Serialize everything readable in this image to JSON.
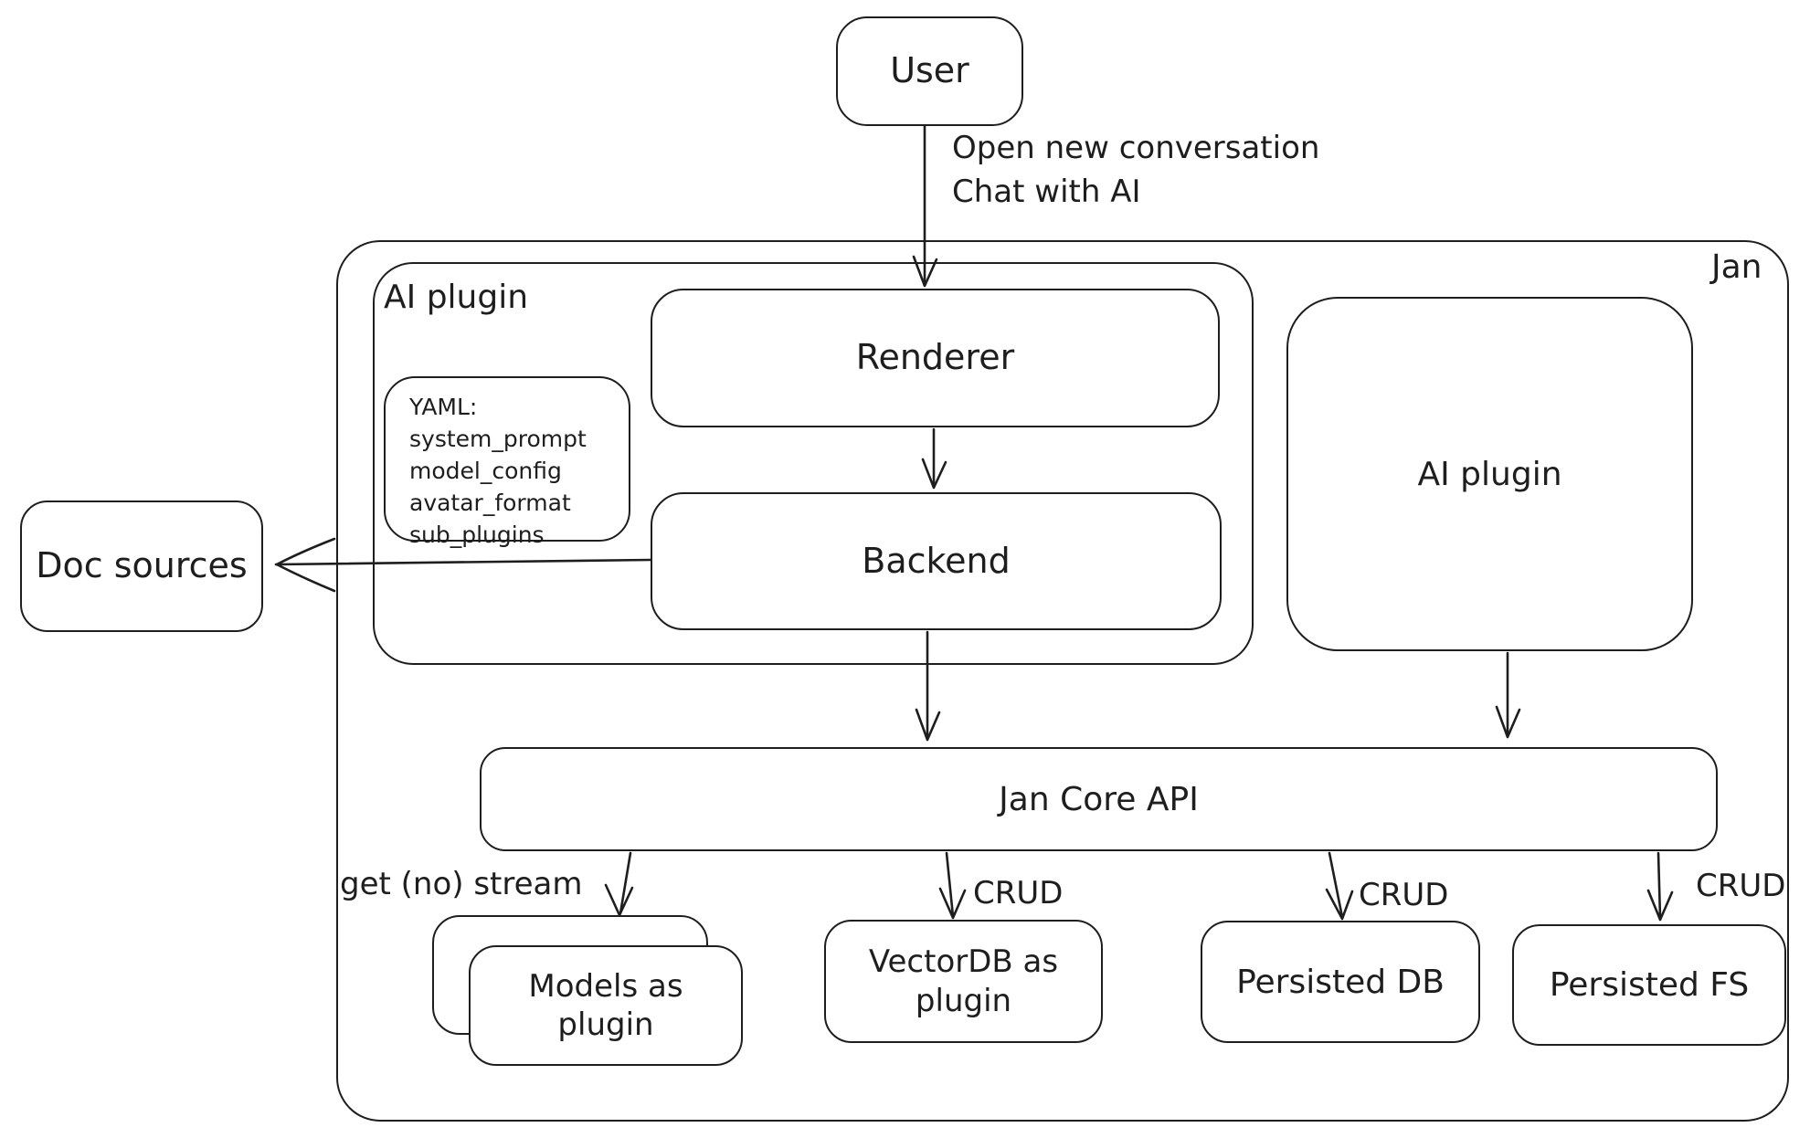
{
  "diagram": {
    "outer_container": {
      "label": "Jan"
    },
    "plugin_container": {
      "label": "AI plugin"
    },
    "nodes": {
      "user": "User",
      "renderer": "Renderer",
      "backend": "Backend",
      "ai_plugin_right": "AI plugin",
      "doc_sources": "Doc sources",
      "jan_core_api": "Jan Core API",
      "models_as_plugin": "Models as plugin",
      "vectordb_as_plugin": "VectorDB as plugin",
      "persisted_db": "Persisted DB",
      "persisted_fs": "Persisted FS"
    },
    "yaml_note": {
      "lines": [
        "YAML:",
        "system_prompt",
        "model_config",
        "avatar_format",
        "sub_plugins"
      ]
    },
    "edge_labels": {
      "user_flow_line1": "Open new conversation",
      "user_flow_line2": "Chat with AI",
      "models_stream": "get (no) stream",
      "crud_vectordb": "CRUD",
      "crud_db": "CRUD",
      "crud_fs": "CRUD"
    },
    "colors": {
      "stroke": "#1e1e1e",
      "background": "#ffffff"
    }
  }
}
